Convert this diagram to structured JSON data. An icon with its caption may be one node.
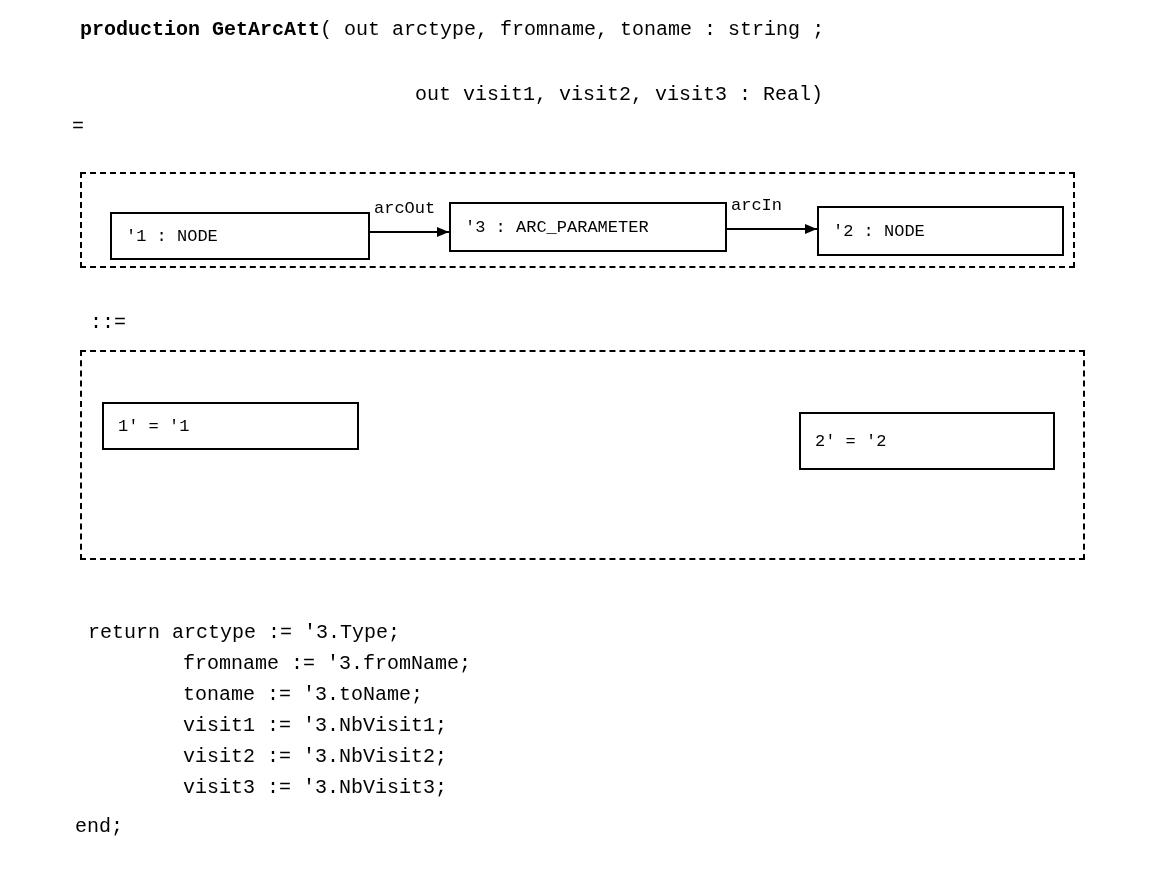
{
  "diagram": {
    "nodes": [
      {
        "text": [],
        "shape": "box"
      },
      {
        "text": [
          "'1 : NODE"
        ],
        "in": 0
      },
      {
        "text": [
          "'3 : ARC_PARAMETER"
        ],
        "in": 0
      },
      {
        "text": [
          "'2 : NODE"
        ],
        "in": 0
      },
      {
        "text": [],
        "shape": "box"
      },
      {
        "text": [
          "1' = '1"
        ],
        "in": 4
      },
      {
        "text": [
          "2' = '2"
        ],
        "in": 4
      }
    ],
    "edges": [
      {
        "from": 1,
        "to": 2,
        "arrow": "to",
        "label": "arcOut"
      },
      {
        "from": 2,
        "to": 3,
        "arrow": "to",
        "label": "arcIn"
      }
    ],
    "labels": [
      "**production GetArcAtt**( out arctype, fromname, toname : string ;",
      "out visit1, visit2, visit3 : Real)",
      "=",
      "::=",
      "return arctype := '3.Type;",
      "fromname := '3.fromName;",
      "toname := '3.toName;",
      "visit1 := '3.NbVisit1;",
      "visit2 := '3.NbVisit2;",
      "visit3 := '3.NbVisit3;",
      "end;"
    ]
  }
}
